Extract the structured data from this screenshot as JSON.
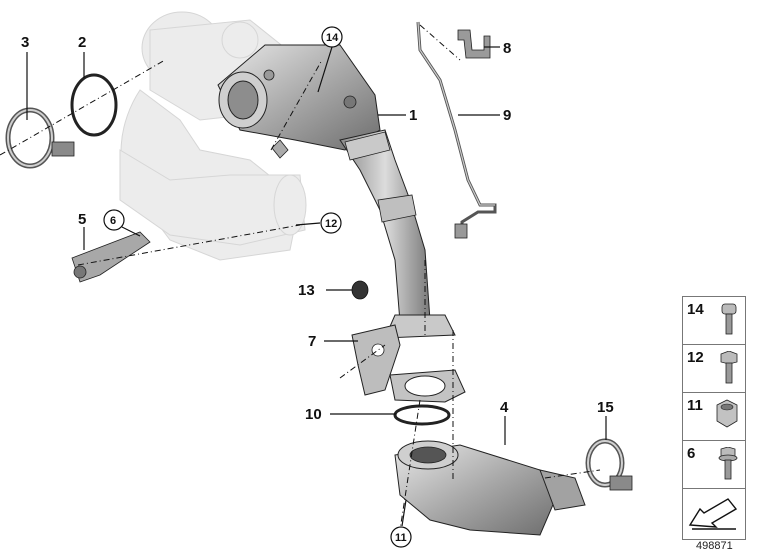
{
  "callouts": {
    "c1": "1",
    "c2": "2",
    "c3": "3",
    "c4": "4",
    "c5": "5",
    "c6": "6",
    "c7": "7",
    "c8": "8",
    "c9": "9",
    "c10": "10",
    "c11": "11",
    "c12": "12",
    "c13": "13",
    "c14": "14",
    "c15": "15"
  },
  "legend": {
    "items": [
      {
        "label": "14",
        "icon": "torx-bolt-icon"
      },
      {
        "label": "12",
        "icon": "hex-bolt-icon"
      },
      {
        "label": "11",
        "icon": "hex-nut-icon"
      },
      {
        "label": "6",
        "icon": "flange-bolt-icon"
      }
    ],
    "arrow_icon": "arrow-icon"
  },
  "reference_number": "498871",
  "colors": {
    "outline": "#111111",
    "part_grey": "#b8b8b8",
    "ghost_grey": "#e4e4e4"
  }
}
